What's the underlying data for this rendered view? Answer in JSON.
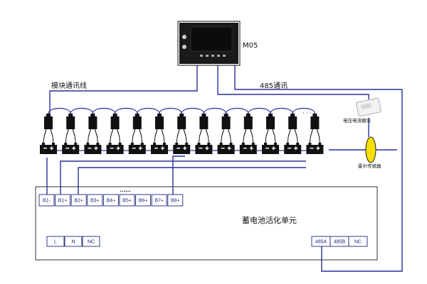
{
  "device": {
    "name": "M05"
  },
  "labels": {
    "module_bus": "模块通讯线",
    "rs485": "485通讯",
    "voltage_module": "电压电流模块",
    "hall_sensor": "霍尔传感器",
    "activation_unit": "蓄电池活化单元",
    "ellipsis": "......",
    "battery_ellipsis": "·  ·  ·"
  },
  "terminals_top": [
    "B1-",
    "B1+",
    "B2+",
    "B3+",
    "B4+",
    "B5+",
    "B6+",
    "B7+",
    "B8+"
  ],
  "terminals_power": [
    "L",
    "N",
    "NC"
  ],
  "terminals_comm": [
    "485A",
    "485B",
    "NC"
  ],
  "battery_count": 13,
  "colors": {
    "wire": "#2a2f9c",
    "box": "#1b2a7a",
    "battery": "#111111",
    "sensor": "#f5e000"
  }
}
